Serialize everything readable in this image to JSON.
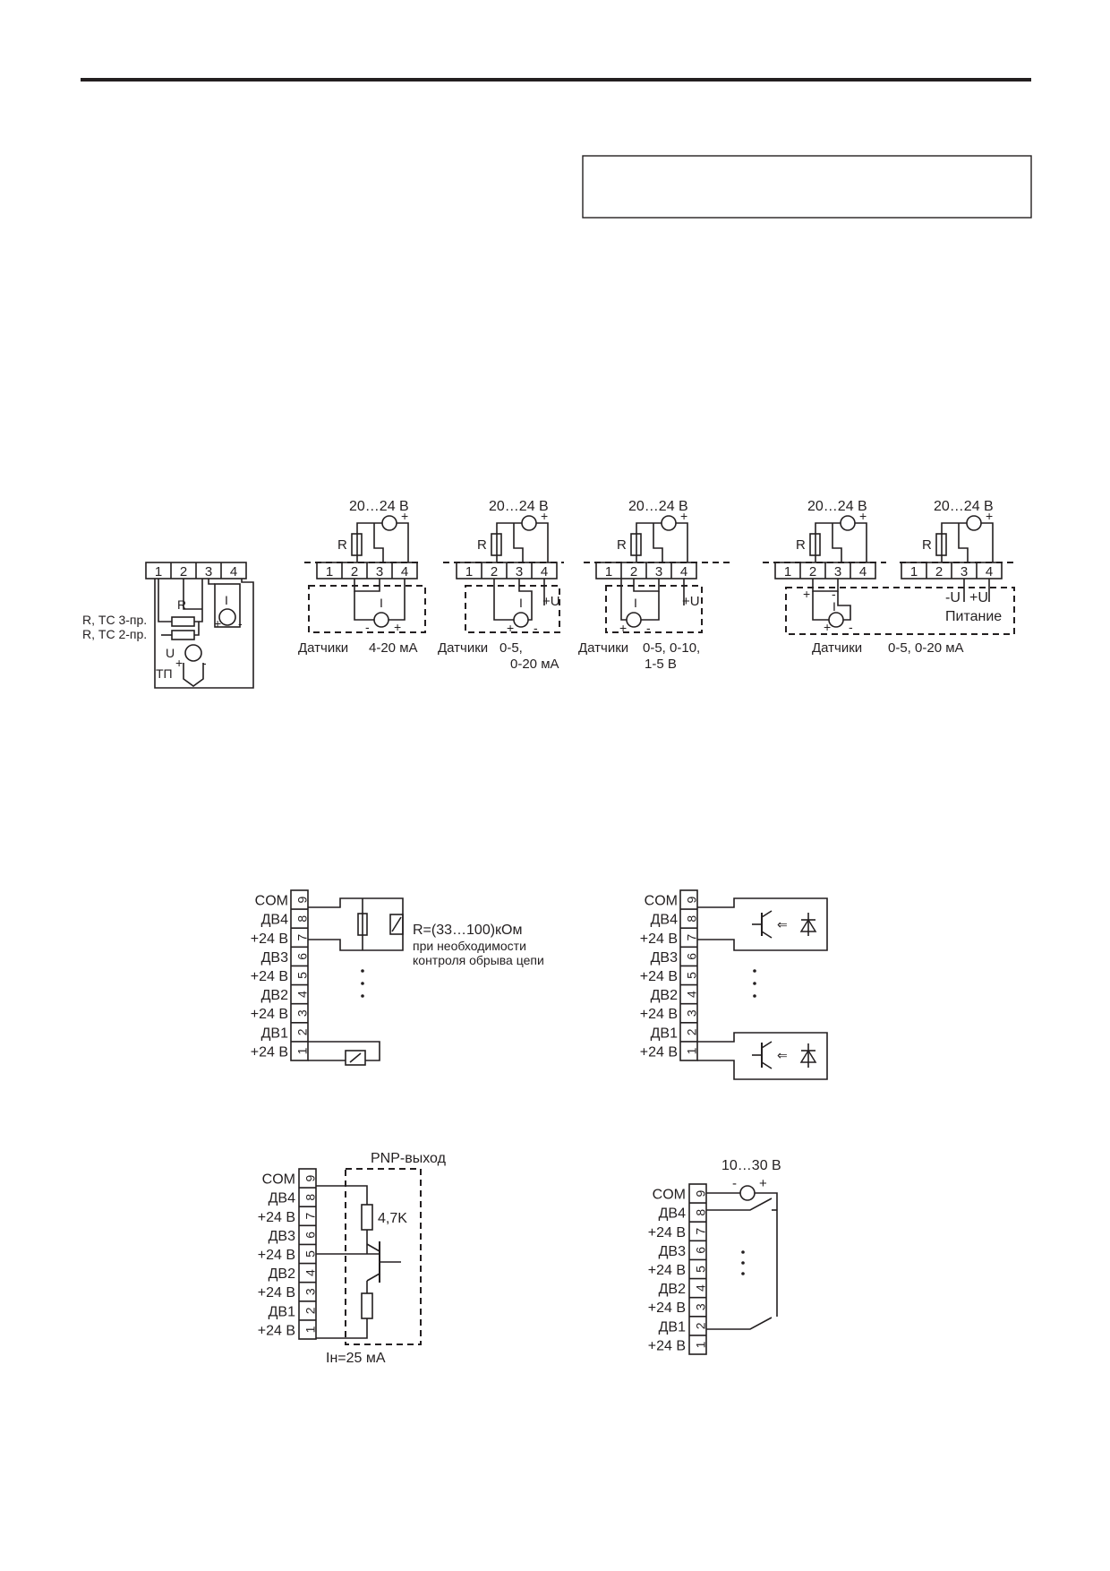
{
  "header_box": {
    "text": ""
  },
  "analog": {
    "left": {
      "terminals": [
        "1",
        "2",
        "3",
        "4"
      ],
      "label_3wire": "R, ТС 3-пр.",
      "label_2wire": "R, ТС 2-пр.",
      "r": "R",
      "i": "I",
      "u": "U",
      "tp": "ТП",
      "plus": "+",
      "minus": "-"
    },
    "common": {
      "supply": "20…24 В",
      "r": "R",
      "i": "I",
      "plus": "+",
      "minus": "-",
      "terminals": [
        "1",
        "2",
        "3",
        "4"
      ],
      "pu": "+U",
      "mu": "-U",
      "pu2": "+U"
    },
    "captions": {
      "a_sensors": "Датчики",
      "a_range": "4-20 мА",
      "b_sensors": "Датчики",
      "b_range1": "0-5,",
      "b_range2": "0-20 мА",
      "c_sensors": "Датчики",
      "c_range1": "0-5, 0-10,",
      "c_range2": "1-5 В",
      "d_sensors": "Датчики",
      "d_range": "0-5, 0-20 мА",
      "power": "Питание"
    }
  },
  "discrete": {
    "labels": [
      "COM",
      "ДВ4",
      "+24 В",
      "ДВ3",
      "+24 В",
      "ДВ2",
      "+24 В",
      "ДВ1",
      "+24 В"
    ],
    "numbers": [
      "9",
      "8",
      "7",
      "6",
      "5",
      "4",
      "3",
      "2",
      "1"
    ],
    "resistor_note_1": "R=(33…100)кОм",
    "resistor_note_2": "при необходимости",
    "resistor_note_3": "контроля обрыва цепи",
    "pnp_title": "PNP-выход",
    "pnp_resistor": "4,7K",
    "pnp_current": "Iн=25 мА",
    "ext_supply": "10…30 В",
    "ext_minus": "-",
    "ext_plus": "+"
  }
}
